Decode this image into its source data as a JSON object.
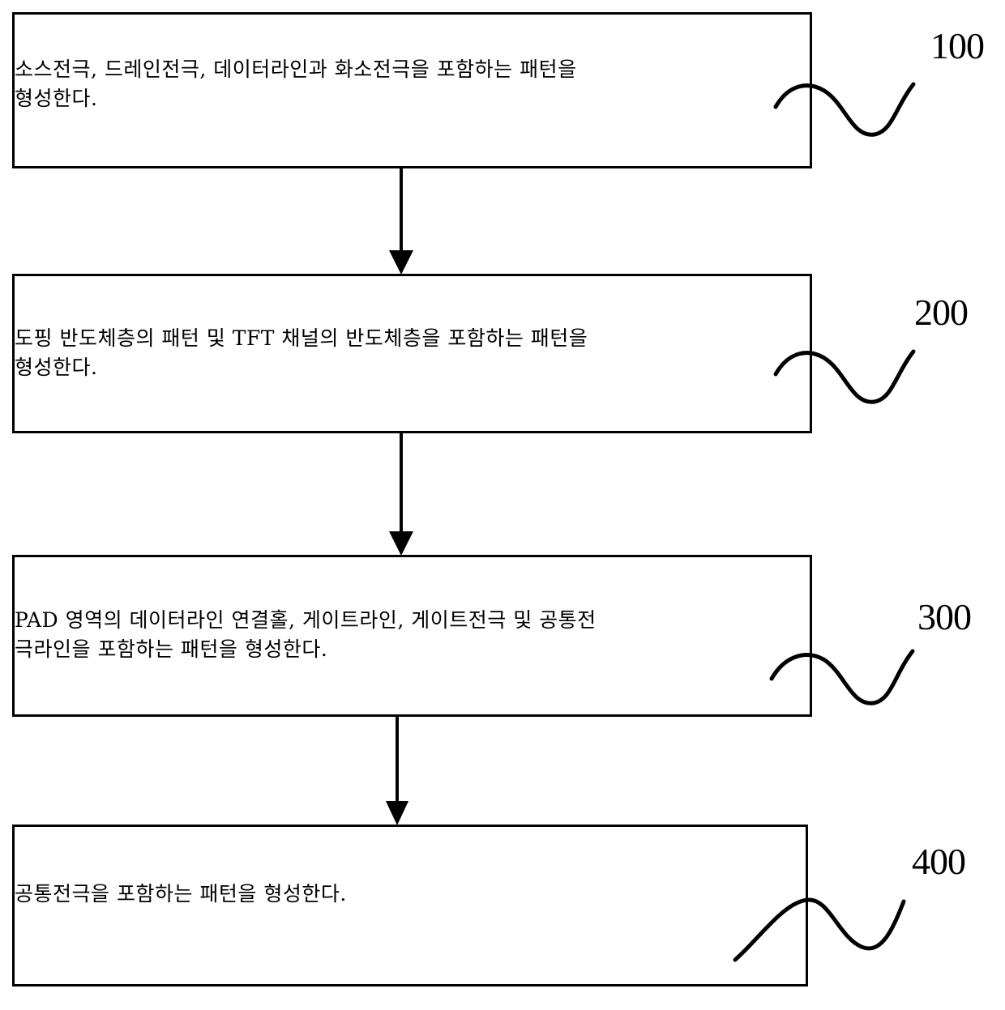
{
  "figure": {
    "type": "process-flowchart",
    "orientation": "vertical-top-to-bottom",
    "background_color": "#ffffff",
    "line_color": "#000000",
    "steps": [
      {
        "ref": "100",
        "text": "소스전극, 드레인전극, 데이터라인과 화소전극을 포함하는 패턴을\n형성한다."
      },
      {
        "ref": "200",
        "text": "도핑 반도체층의 패턴 및 TFT 채널의 반도체층을 포함하는 패턴을\n형성한다."
      },
      {
        "ref": "300",
        "text": "PAD 영역의 데이터라인 연결홀, 게이트라인, 게이트전극 및 공통전\n극라인을 포함하는 패턴을 형성한다."
      },
      {
        "ref": "400",
        "text": "공통전극을 포함하는 패턴을 형성한다."
      }
    ],
    "connectors": [
      {
        "from": "100",
        "to": "200",
        "style": "solid-arrow-down"
      },
      {
        "from": "200",
        "to": "300",
        "style": "solid-arrow-down"
      },
      {
        "from": "300",
        "to": "400",
        "style": "solid-arrow-down"
      }
    ],
    "leader_lines": [
      {
        "ref": "100",
        "style": "wavy-s-curve"
      },
      {
        "ref": "200",
        "style": "wavy-s-curve"
      },
      {
        "ref": "300",
        "style": "wavy-s-curve"
      },
      {
        "ref": "400",
        "style": "wavy-s-curve"
      }
    ]
  }
}
